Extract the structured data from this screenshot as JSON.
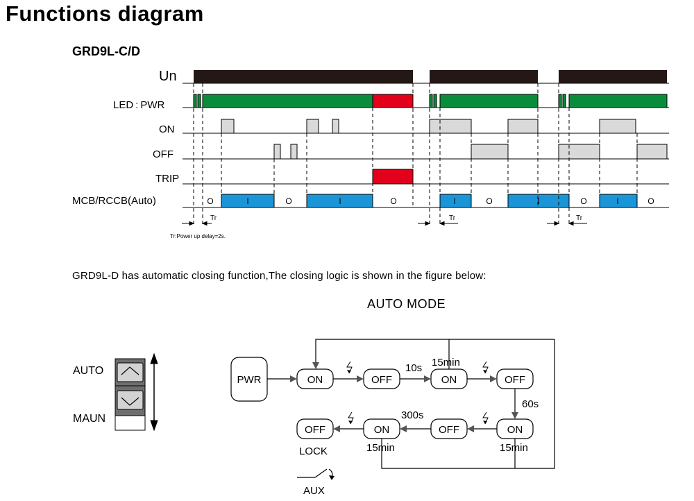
{
  "heading": {
    "title": "Functions diagram",
    "model": "GRD9L-C/D"
  },
  "timing": {
    "rows": {
      "un": "Un",
      "led": "LED : PWR",
      "on": "ON",
      "off": "OFF",
      "trip": "TRIP",
      "mcb": "MCB/RCCB(Auto)"
    },
    "tr_label": "Tr",
    "delay_note": "Tr:Power up delay=2s.",
    "state_closed": "I",
    "state_open": "O",
    "colors": {
      "supply": "#231815",
      "led_green": "#0a8d3a",
      "led_red": "#e3001b",
      "pulse_gray": "#d9d9d9",
      "mcb_blue": "#1a95d8"
    }
  },
  "description": "GRD9L-D has automatic closing function,The closing logic is shown in the figure below:",
  "auto_mode": {
    "title": "AUTO MODE",
    "switch": {
      "auto": "AUTO",
      "maun": "MAUN"
    },
    "nodes": {
      "pwr": "PWR",
      "on1": "ON",
      "off1": "OFF",
      "on2": "ON",
      "off2": "OFF",
      "on3": "ON",
      "off3": "OFF",
      "on4": "ON",
      "lock": "OFF"
    },
    "labels": {
      "d10s": "10s",
      "d15min_top": "15min",
      "d60s": "60s",
      "d300s": "300s",
      "d15min_left": "15min",
      "d15min_right": "15min",
      "lock": "LOCK",
      "aux": "AUX"
    }
  }
}
